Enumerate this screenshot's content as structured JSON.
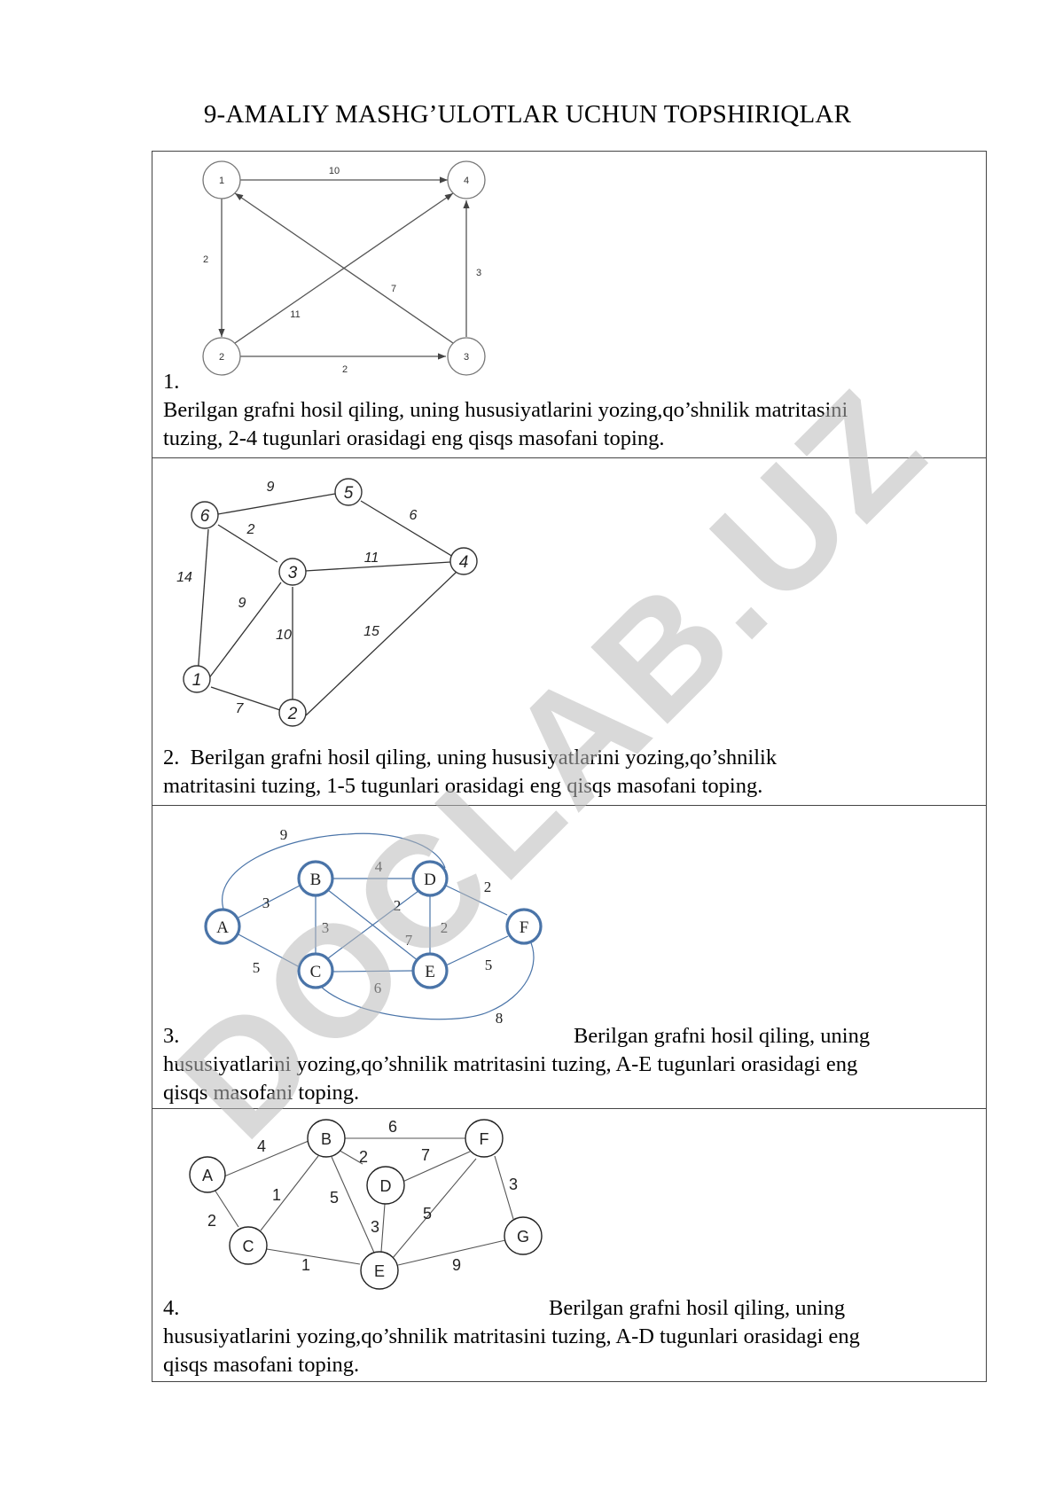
{
  "title": "9-AMALIY MASHG’ULOTLAR UCHUN TOPSHIRIQLAR",
  "watermark": "DOCLAB.UZ",
  "tasks": [
    {
      "number": "1.",
      "line1": "Berilgan grafni hosil qiling, uning hususiyatlarini yozing,qo’shnilik matritasini",
      "line2": "tuzing, 2-4 tugunlari orasidagi eng qisqs masofani toping.",
      "nodes": [
        "1",
        "4",
        "2",
        "3"
      ],
      "edges": [
        {
          "from": "1",
          "to": "4",
          "weight": "10"
        },
        {
          "from": "1",
          "to": "2",
          "weight": "2"
        },
        {
          "from": "3",
          "to": "1",
          "weight": "7"
        },
        {
          "from": "2",
          "to": "4",
          "weight": "11"
        },
        {
          "from": "3",
          "to": "4",
          "weight": "3"
        },
        {
          "from": "2",
          "to": "3",
          "weight": "2"
        }
      ]
    },
    {
      "number": "2.",
      "line1": "Berilgan grafni hosil qiling, uning hususiyatlarini yozing,qo’shnilik",
      "line2": "matritasini tuzing, 1-5 tugunlari orasidagi eng qisqs masofani toping.",
      "nodes": [
        "6",
        "5",
        "3",
        "4",
        "1",
        "2"
      ],
      "edges": [
        {
          "from": "6",
          "to": "5",
          "weight": "9"
        },
        {
          "from": "5",
          "to": "4",
          "weight": "6"
        },
        {
          "from": "6",
          "to": "3",
          "weight": "2"
        },
        {
          "from": "3",
          "to": "4",
          "weight": "11"
        },
        {
          "from": "6",
          "to": "1",
          "weight": "14"
        },
        {
          "from": "1",
          "to": "3",
          "weight": "9"
        },
        {
          "from": "3",
          "to": "2",
          "weight": "10"
        },
        {
          "from": "4",
          "to": "2",
          "weight": "15"
        },
        {
          "from": "1",
          "to": "2",
          "weight": "7"
        }
      ]
    },
    {
      "number": "3.",
      "line1": "Berilgan grafni hosil qiling, uning",
      "line2": "hususiyatlarini yozing,qo’shnilik matritasini tuzing, A-E tugunlari orasidagi eng",
      "line3": "qisqs masofani toping.",
      "nodes": [
        "A",
        "B",
        "C",
        "D",
        "E",
        "F"
      ],
      "edges": [
        {
          "from": "A",
          "to": "D",
          "weight": "9"
        },
        {
          "from": "A",
          "to": "B",
          "weight": "3"
        },
        {
          "from": "A",
          "to": "C",
          "weight": "5"
        },
        {
          "from": "B",
          "to": "D",
          "weight": "4"
        },
        {
          "from": "B",
          "to": "C",
          "weight": "3"
        },
        {
          "from": "C",
          "to": "D",
          "weight": "2"
        },
        {
          "from": "B",
          "to": "E",
          "weight": "7"
        },
        {
          "from": "D",
          "to": "E",
          "weight": "2"
        },
        {
          "from": "D",
          "to": "F",
          "weight": "2"
        },
        {
          "from": "C",
          "to": "E",
          "weight": "6"
        },
        {
          "from": "E",
          "to": "F",
          "weight": "5"
        },
        {
          "from": "C",
          "to": "F",
          "weight": "8"
        }
      ],
      "color": "#4a74a8"
    },
    {
      "number": "4.",
      "line1": "Berilgan grafni hosil qiling, uning",
      "line2": "hususiyatlarini yozing,qo’shnilik matritasini tuzing, A-D tugunlari orasidagi eng",
      "line3": "qisqs masofani toping.",
      "nodes": [
        "A",
        "B",
        "F",
        "D",
        "C",
        "E",
        "G"
      ],
      "edges": [
        {
          "from": "A",
          "to": "B",
          "weight": "4"
        },
        {
          "from": "A",
          "to": "C",
          "weight": "2"
        },
        {
          "from": "B",
          "to": "F",
          "weight": "6"
        },
        {
          "from": "B",
          "to": "D",
          "weight": "2"
        },
        {
          "from": "F",
          "to": "D",
          "weight": "7"
        },
        {
          "from": "B",
          "to": "C",
          "weight": "1"
        },
        {
          "from": "B",
          "to": "E",
          "weight": "5"
        },
        {
          "from": "D",
          "to": "E",
          "weight": "3"
        },
        {
          "from": "F",
          "to": "E",
          "weight": "5"
        },
        {
          "from": "F",
          "to": "G",
          "weight": "3"
        },
        {
          "from": "C",
          "to": "E",
          "weight": "1"
        },
        {
          "from": "E",
          "to": "G",
          "weight": "9"
        }
      ]
    }
  ]
}
